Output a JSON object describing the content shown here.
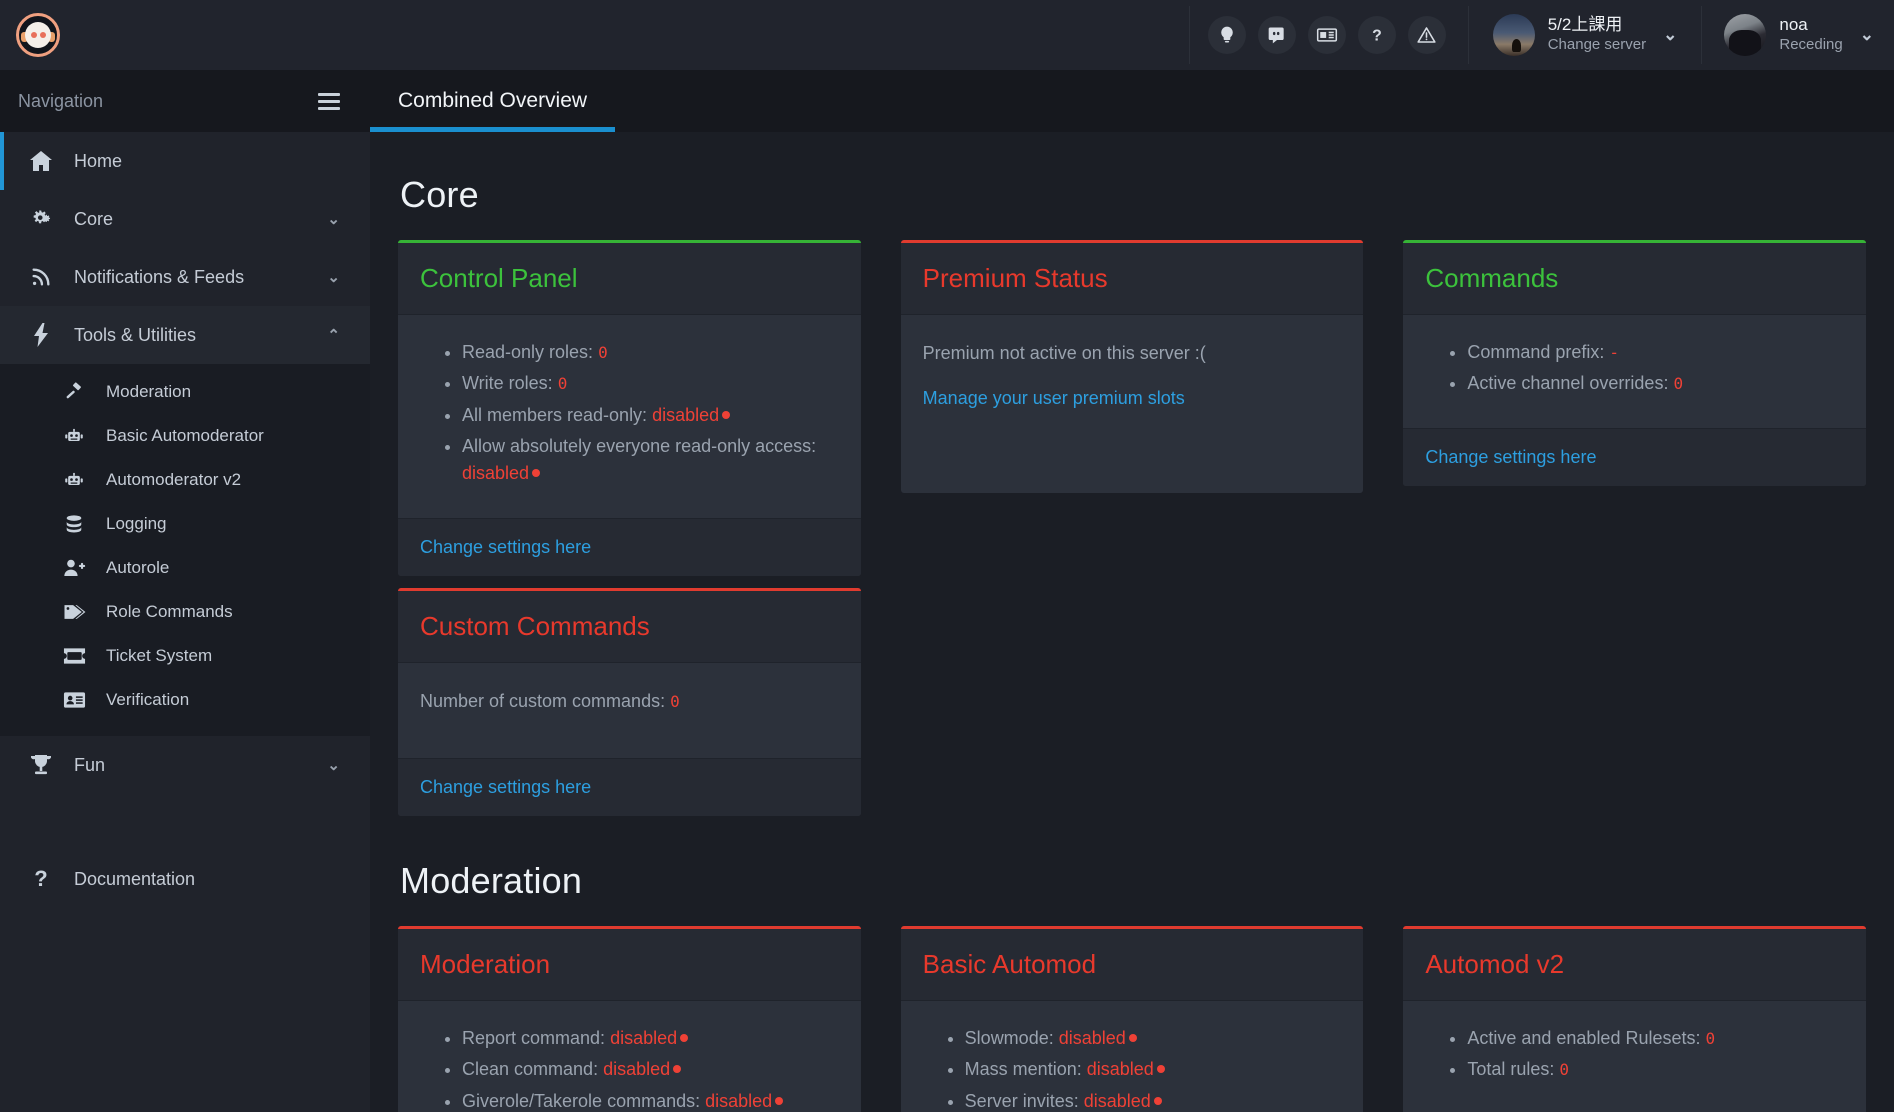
{
  "topbar": {
    "logo_name": "bot-logo",
    "icons": [
      {
        "name": "lightbulb-icon",
        "label": "Suggestions"
      },
      {
        "name": "discord-icon",
        "label": "Discord"
      },
      {
        "name": "news-icon",
        "label": "News"
      },
      {
        "name": "help-icon",
        "label": "Help"
      },
      {
        "name": "warning-icon",
        "label": "Status"
      }
    ],
    "server": {
      "name": "5/2上課用",
      "action": "Change server",
      "chevron": "⌄"
    },
    "user": {
      "name": "noa",
      "status": "Receding",
      "chevron": "⌄"
    }
  },
  "sidebar": {
    "header_label": "Navigation",
    "items": [
      {
        "label": "Home",
        "icon": "home-icon",
        "expandable": false,
        "active": true
      },
      {
        "label": "Core",
        "icon": "gears-icon",
        "expandable": true,
        "chevron": "⌄"
      },
      {
        "label": "Notifications & Feeds",
        "icon": "rss-icon",
        "expandable": true,
        "chevron": "⌄"
      },
      {
        "label": "Tools & Utilities",
        "icon": "bolt-icon",
        "expandable": true,
        "expanded": true,
        "chevron": "⌃"
      },
      {
        "label": "Fun",
        "icon": "trophy-icon",
        "expandable": true,
        "chevron": "⌄"
      },
      {
        "label": "Documentation",
        "icon": "question-icon",
        "expandable": false
      }
    ],
    "tools_submenu": [
      {
        "label": "Moderation",
        "icon": "gavel-icon"
      },
      {
        "label": "Basic Automoderator",
        "icon": "robot-icon"
      },
      {
        "label": "Automoderator v2",
        "icon": "robot-icon"
      },
      {
        "label": "Logging",
        "icon": "database-icon"
      },
      {
        "label": "Autorole",
        "icon": "user-plus-icon"
      },
      {
        "label": "Role Commands",
        "icon": "tags-icon"
      },
      {
        "label": "Ticket System",
        "icon": "ticket-icon"
      },
      {
        "label": "Verification",
        "icon": "id-card-icon"
      }
    ]
  },
  "main": {
    "tab_label": "Combined Overview",
    "sections": [
      {
        "title": "Core",
        "cards": [
          {
            "title": "Control Panel",
            "accent": "green",
            "items": [
              {
                "label": "Read-only roles: ",
                "value": "0",
                "kind": "num"
              },
              {
                "label": "Write roles: ",
                "value": "0",
                "kind": "num"
              },
              {
                "label": "All members read-only: ",
                "value": "disabled",
                "kind": "dis"
              },
              {
                "label": "Allow absolutely everyone read-only access: ",
                "value": "disabled",
                "kind": "dis"
              }
            ],
            "footer_link": "Change settings here"
          },
          {
            "title": "Premium Status",
            "accent": "red",
            "text": "Premium not active on this server :(",
            "body_link": "Manage your user premium slots"
          },
          {
            "title": "Commands",
            "accent": "green",
            "items": [
              {
                "label": "Command prefix: ",
                "value": "-",
                "kind": "num"
              },
              {
                "label": "Active channel overrides: ",
                "value": "0",
                "kind": "num"
              }
            ],
            "footer_link": "Change settings here"
          },
          {
            "title": "Custom Commands",
            "accent": "red",
            "text_label": "Number of custom commands: ",
            "text_value": "0",
            "footer_link": "Change settings here"
          }
        ]
      },
      {
        "title": "Moderation",
        "cards": [
          {
            "title": "Moderation",
            "accent": "red",
            "items": [
              {
                "label": "Report command: ",
                "value": "disabled",
                "kind": "dis"
              },
              {
                "label": "Clean command: ",
                "value": "disabled",
                "kind": "dis"
              },
              {
                "label": "Giverole/Takerole commands: ",
                "value": "disabled",
                "kind": "dis"
              }
            ]
          },
          {
            "title": "Basic Automod",
            "accent": "red",
            "items": [
              {
                "label": "Slowmode: ",
                "value": "disabled",
                "kind": "dis"
              },
              {
                "label": "Mass mention: ",
                "value": "disabled",
                "kind": "dis"
              },
              {
                "label": "Server invites: ",
                "value": "disabled",
                "kind": "dis"
              }
            ]
          },
          {
            "title": "Automod v2",
            "accent": "red",
            "items": [
              {
                "label": "Active and enabled Rulesets: ",
                "value": "0",
                "kind": "num"
              },
              {
                "label": "Total rules: ",
                "value": "0",
                "kind": "num"
              }
            ]
          }
        ]
      }
    ]
  },
  "colors": {
    "accent_blue": "#1a8fcf",
    "accent_green": "#36b336",
    "accent_red": "#e03b2f",
    "link_blue": "#2d9fe0",
    "value_red": "#ef4136",
    "bg_main": "#1b1e25",
    "bg_sidebar": "#20232b",
    "bg_card": "#2c313b",
    "bg_card_head": "#262a33"
  }
}
